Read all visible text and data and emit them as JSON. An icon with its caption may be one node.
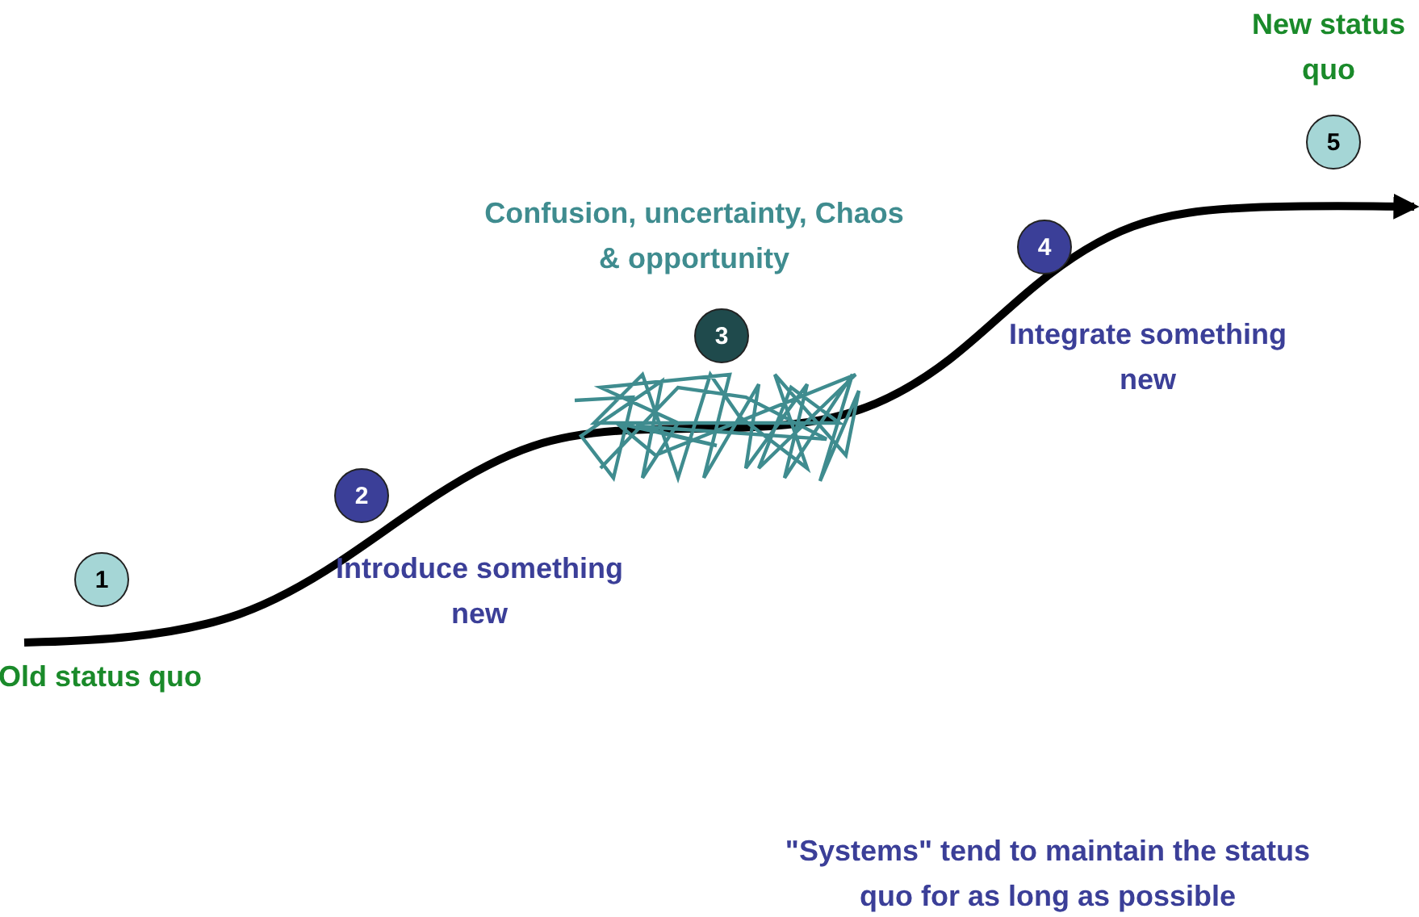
{
  "diagram": {
    "nodes": [
      {
        "text": [
          "1"
        ],
        "beside": [
          "Old status quo"
        ]
      },
      {
        "text": [
          "2"
        ],
        "beside": [
          "Introduce something new"
        ]
      },
      {
        "text": [
          "3"
        ],
        "beside": [
          "Confusion, uncertainty, Chaos & opportunity"
        ]
      },
      {
        "text": [
          "4"
        ],
        "beside": [
          "Integrate something new"
        ]
      },
      {
        "text": [
          "5"
        ],
        "beside": [
          "New status quo"
        ]
      }
    ],
    "labels": [
      "\"Systems\" tend to maintain the status quo for as long as possible"
    ]
  }
}
